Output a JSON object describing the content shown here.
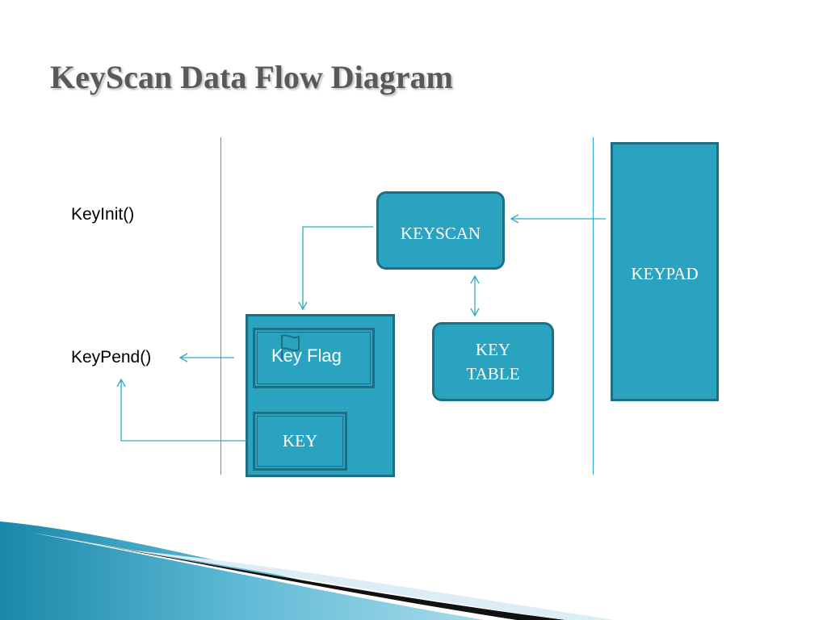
{
  "slide": {
    "title": "KeyScan Data Flow Diagram"
  },
  "labels": {
    "key_init": "KeyInit()",
    "key_pend": "KeyPend()"
  },
  "nodes": {
    "keyscan": "KEYSCAN",
    "keypad": "KEYPAD",
    "key_table_line1": "KEY",
    "key_table_line2": "TABLE",
    "key_flag": "Key Flag",
    "key": "KEY"
  },
  "colors": {
    "box_fill": "#2aa3c1",
    "box_border": "#1f6e83",
    "arrow": "#31a9c4",
    "title": "#595959"
  },
  "icons": {
    "flag": "flag-icon"
  }
}
